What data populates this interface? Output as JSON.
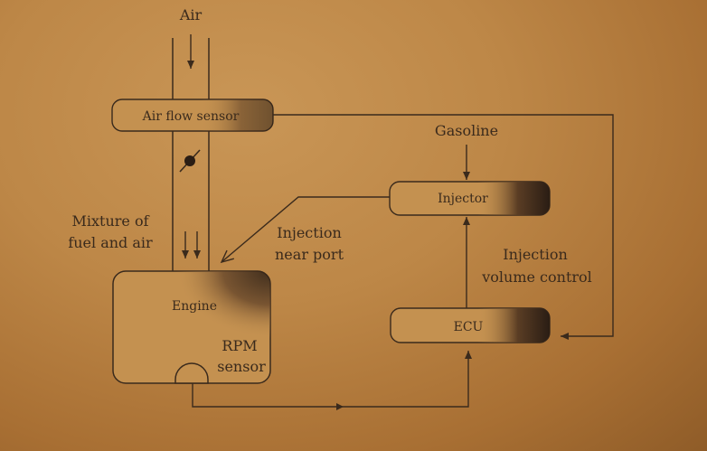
{
  "labels": {
    "air": "Air",
    "air_flow_sensor": "Air flow sensor",
    "gasoline": "Gasoline",
    "injector": "Injector",
    "mixture_line1": "Mixture of",
    "mixture_line2": "fuel and air",
    "injection_near_line1": "Injection",
    "injection_near_line2": "near port",
    "engine": "Engine",
    "injection_volume_line1": "Injection",
    "injection_volume_line2": "volume control",
    "ecu": "ECU",
    "rpm_line1": "RPM",
    "rpm_line2": "sensor"
  },
  "colors": {
    "line": "#3a2a1c",
    "box_fill": "#c49150",
    "box_dark": "#2a1d14"
  }
}
